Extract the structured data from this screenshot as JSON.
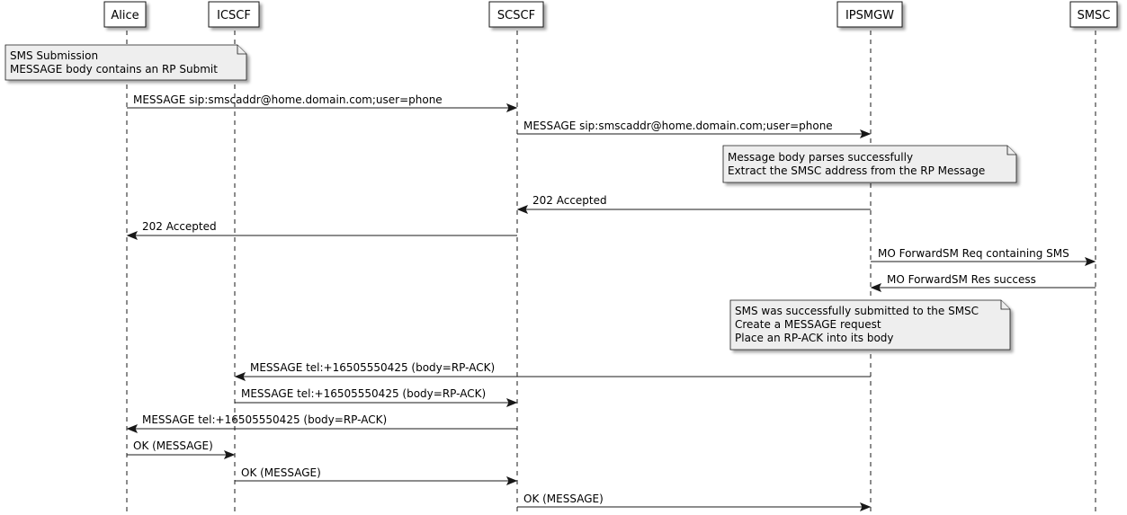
{
  "participants": [
    {
      "id": "alice",
      "label": "Alice"
    },
    {
      "id": "icscf",
      "label": "ICSCF"
    },
    {
      "id": "scscf",
      "label": "SCSCF"
    },
    {
      "id": "ipsmgw",
      "label": "IPSMGW"
    },
    {
      "id": "smsc",
      "label": "SMSC"
    }
  ],
  "notes": [
    {
      "over": "icscf",
      "lines": [
        "SMS Submission",
        "MESSAGE body contains an RP Submit"
      ]
    },
    {
      "over": "ipsmgw",
      "lines": [
        "Message body parses successfully",
        "Extract the SMSC address from the RP Message"
      ]
    },
    {
      "over": "ipsmgw",
      "lines": [
        "SMS was successfully submitted to the SMSC",
        "Create a MESSAGE request",
        "Place an RP-ACK into its body"
      ]
    }
  ],
  "messages": [
    {
      "from": "alice",
      "to": "scscf",
      "label": "MESSAGE sip:smscaddr@home.domain.com;user=phone"
    },
    {
      "from": "scscf",
      "to": "ipsmgw",
      "label": "MESSAGE sip:smscaddr@home.domain.com;user=phone"
    },
    {
      "from": "ipsmgw",
      "to": "scscf",
      "label": "202 Accepted"
    },
    {
      "from": "scscf",
      "to": "alice",
      "label": "202 Accepted"
    },
    {
      "from": "ipsmgw",
      "to": "smsc",
      "label": "MO ForwardSM Req containing SMS"
    },
    {
      "from": "smsc",
      "to": "ipsmgw",
      "label": "MO ForwardSM Res success"
    },
    {
      "from": "ipsmgw",
      "to": "icscf",
      "label": "MESSAGE tel:+16505550425 (body=RP-ACK)"
    },
    {
      "from": "icscf",
      "to": "scscf",
      "label": "MESSAGE tel:+16505550425 (body=RP-ACK)"
    },
    {
      "from": "scscf",
      "to": "alice",
      "label": "MESSAGE tel:+16505550425 (body=RP-ACK)"
    },
    {
      "from": "alice",
      "to": "icscf",
      "label": "OK (MESSAGE)"
    },
    {
      "from": "icscf",
      "to": "scscf",
      "label": "OK (MESSAGE)"
    },
    {
      "from": "scscf",
      "to": "ipsmgw",
      "label": "OK (MESSAGE)"
    }
  ]
}
